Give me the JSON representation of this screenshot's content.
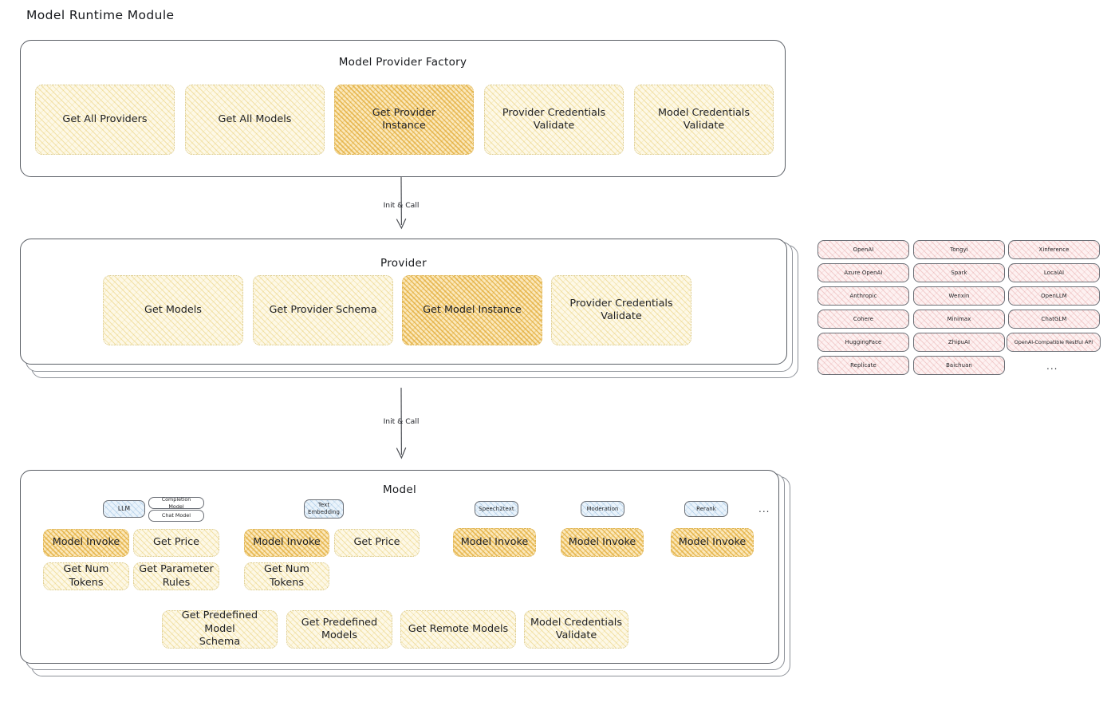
{
  "page": {
    "title": "Model Runtime Module"
  },
  "factory": {
    "title": "Model Provider Factory",
    "boxes": [
      {
        "label": "Get All Providers",
        "highlighted": false
      },
      {
        "label": "Get All Models",
        "highlighted": false
      },
      {
        "label": "Get Provider\nInstance",
        "highlighted": true
      },
      {
        "label": "Provider Credentials\nValidate",
        "highlighted": false
      },
      {
        "label": "Model Credentials\nValidate",
        "highlighted": false
      }
    ]
  },
  "arrows": [
    {
      "label": "Init & Call"
    },
    {
      "label": "Init & Call"
    }
  ],
  "provider": {
    "title": "Provider",
    "boxes": [
      {
        "label": "Get Models",
        "highlighted": false
      },
      {
        "label": "Get Provider Schema",
        "highlighted": false
      },
      {
        "label": "Get Model Instance",
        "highlighted": true
      },
      {
        "label": "Provider Credentials\nValidate",
        "highlighted": false
      }
    ]
  },
  "provider_list": {
    "columns": [
      [
        "OpenAI",
        "Azure OpenAI",
        "Anthropic",
        "Cohere",
        "HuggingFace",
        "Replicate"
      ],
      [
        "Tongyi",
        "Spark",
        "Wenxin",
        "Minimax",
        "ZhipuAI",
        "Baichuan"
      ],
      [
        "Xinference",
        "LocalAI",
        "OpenLLM",
        "ChatGLM",
        "OpenAI-Compatible Restful API"
      ]
    ],
    "more": "..."
  },
  "model": {
    "title": "Model",
    "more": "...",
    "types": [
      {
        "badge": "LLM",
        "subbadges": [
          "Completion Model",
          "Chat Model"
        ],
        "methods": [
          {
            "label": "Model Invoke",
            "highlighted": true
          },
          {
            "label": "Get Price",
            "highlighted": false
          },
          {
            "label": "Get Num Tokens",
            "highlighted": false
          },
          {
            "label": "Get Parameter\nRules",
            "highlighted": false
          }
        ]
      },
      {
        "badge": "Text\nEmbedding",
        "subbadges": [],
        "methods": [
          {
            "label": "Model Invoke",
            "highlighted": true
          },
          {
            "label": "Get Price",
            "highlighted": false
          },
          {
            "label": "Get Num Tokens",
            "highlighted": false
          }
        ]
      },
      {
        "badge": "Speech2text",
        "subbadges": [],
        "methods": [
          {
            "label": "Model Invoke",
            "highlighted": true
          }
        ]
      },
      {
        "badge": "Moderation",
        "subbadges": [],
        "methods": [
          {
            "label": "Model Invoke",
            "highlighted": true
          }
        ]
      },
      {
        "badge": "Rerank",
        "subbadges": [],
        "methods": [
          {
            "label": "Model Invoke",
            "highlighted": true
          }
        ]
      }
    ],
    "common": [
      "Get Predefined Model\nSchema",
      "Get Predefined\nModels",
      "Get Remote Models",
      "Model Credentials\nValidate"
    ]
  },
  "colors": {
    "highlight_fill": "#fbe8bb",
    "soft_fill": "#fdf8e6",
    "provider_fill": "#fdf1f1",
    "badge_fill": "#eaf3fb",
    "stroke": "#5b5f66"
  }
}
